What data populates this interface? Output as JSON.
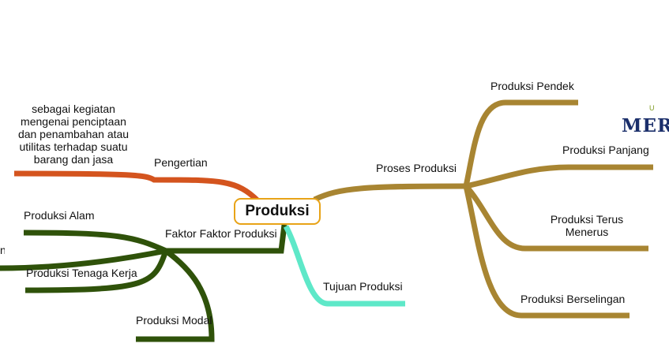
{
  "colors": {
    "pengertian": "#d4541e",
    "faktor": "#2f520a",
    "proses": "#a88532",
    "tujuan": "#5ee8c8",
    "root_border": "#e8a317",
    "logo_top": "#7d9a1f",
    "logo_main": "#1b2f6b"
  },
  "root": {
    "label": "Produksi"
  },
  "pengertian": {
    "label": "Pengertian",
    "definition": "sebagai kegiatan mengenai penciptaan dan penambahan atau utilitas terhadap suatu barang dan jasa"
  },
  "faktor": {
    "label": "Faktor Faktor Produksi",
    "alam": "Produksi Alam",
    "tenaga_kerja": "Produksi Tenaga Kerja",
    "modal": "Produksi Modal",
    "offscreen_fragment": "n"
  },
  "tujuan": {
    "label": "Tujuan Produksi"
  },
  "proses": {
    "label": "Proses Produksi",
    "pendek": "Produksi Pendek",
    "panjang": "Produksi Panjang",
    "terus_menerus": "Produksi Terus Menerus",
    "berselingan": "Produksi Berselingan"
  },
  "logo": {
    "top": "U N",
    "main": "MER"
  }
}
